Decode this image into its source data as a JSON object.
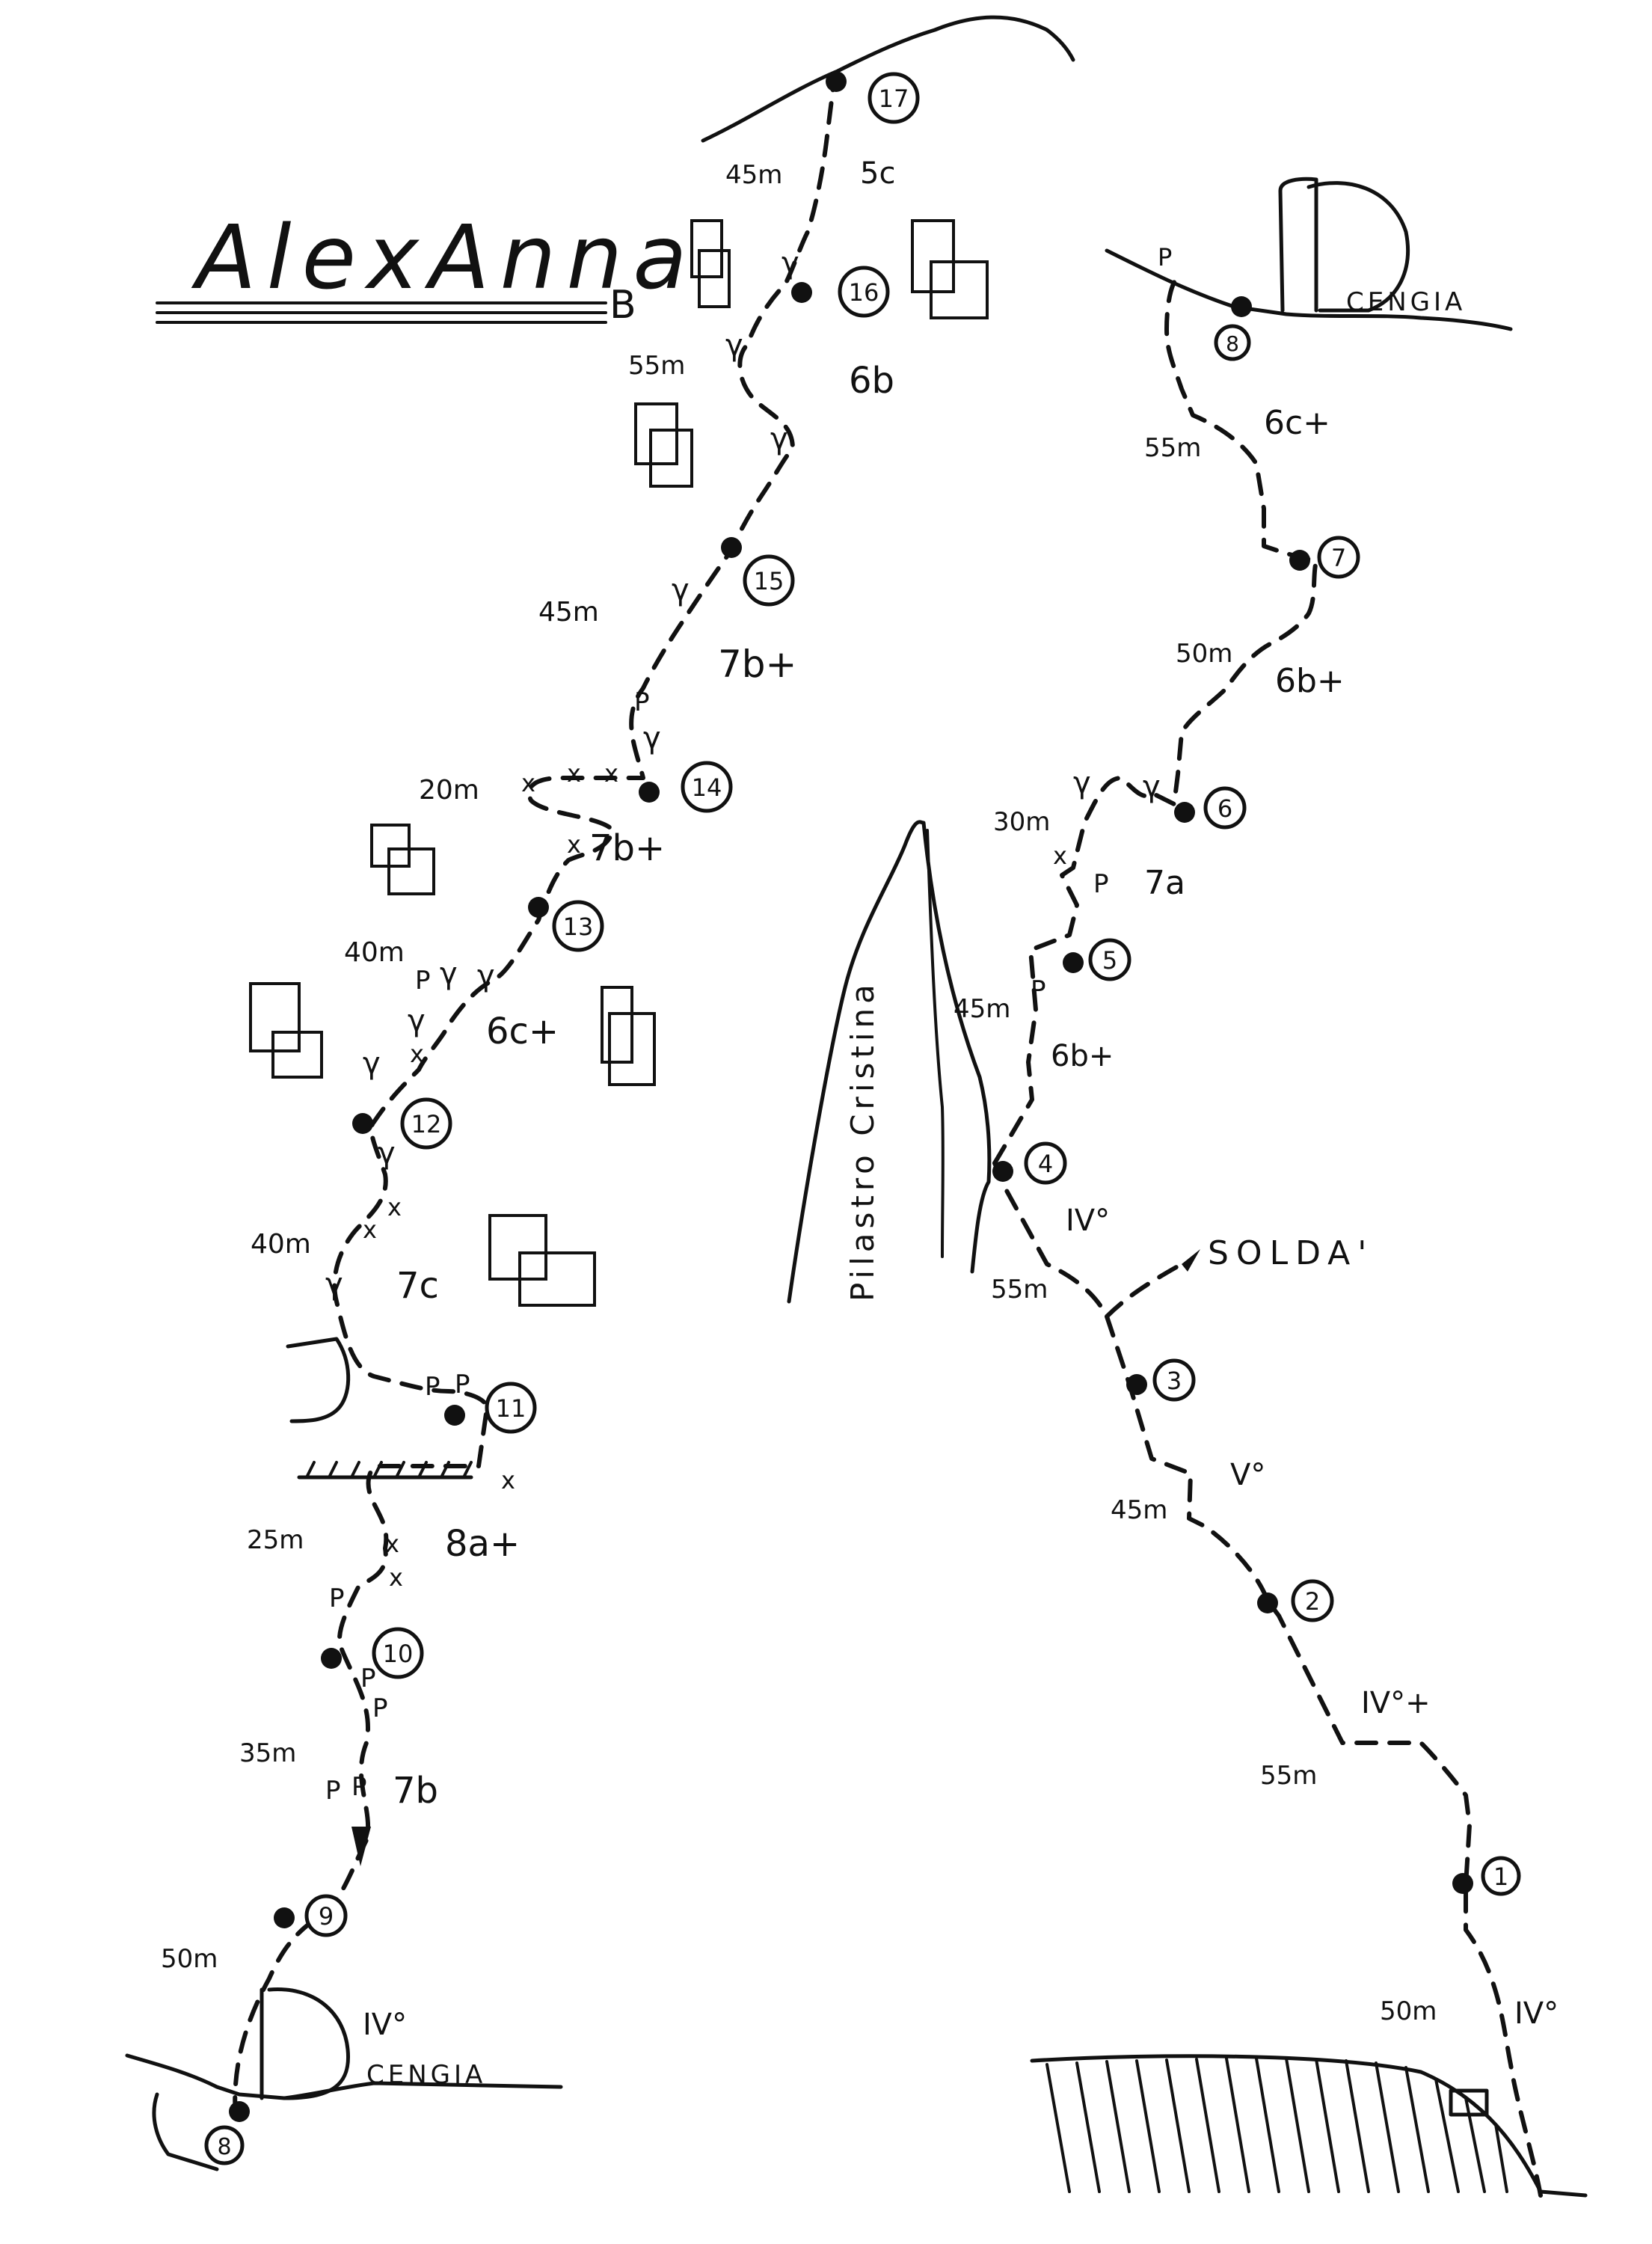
{
  "title": "AlexAnna",
  "title_mark": "B",
  "colors": {
    "ink": "#111111",
    "paper": "#ffffff"
  },
  "ledge_label": "CENGIA",
  "pillar_label": "Pilastro Cristina",
  "exit_label": "SOLDA'",
  "route_marks": {
    "piton": "P",
    "fixed": "γ",
    "bolt": "x"
  },
  "belays": {
    "b1": "1",
    "b2": "2",
    "b3": "3",
    "b4": "4",
    "b5": "5",
    "b6": "6",
    "b7": "7",
    "b8_top": "8",
    "b8_bottom": "8",
    "b9": "9",
    "b10": "10",
    "b11": "11",
    "b12": "12",
    "b13": "13",
    "b14": "14",
    "b15": "15",
    "b16": "16",
    "b17": "17"
  },
  "pitches": {
    "p1": {
      "length": "50m",
      "grade": "IV°"
    },
    "p2": {
      "length": "55m",
      "grade": "IV°+"
    },
    "p3": {
      "length": "45m",
      "grade": "V°"
    },
    "p4": {
      "length": "55m",
      "grade": "IV°"
    },
    "p5": {
      "length": "45m",
      "grade": "6b+"
    },
    "p6": {
      "length": "30m",
      "grade": "7a"
    },
    "p7": {
      "length": "50m",
      "grade": "6b+"
    },
    "p8": {
      "length": "55m",
      "grade": "6c+"
    },
    "p9": {
      "length": "50m",
      "grade": "IV°"
    },
    "p10": {
      "length": "35m",
      "grade": "7b"
    },
    "p11": {
      "length": "25m",
      "grade": "8a+"
    },
    "p12": {
      "length": "40m",
      "grade": "7c"
    },
    "p13": {
      "length": "40m",
      "grade": "6c+"
    },
    "p14": {
      "length": "20m",
      "grade": "7b+"
    },
    "p15": {
      "length": "45m",
      "grade": "7b+"
    },
    "p16": {
      "length": "55m",
      "grade": "6b"
    },
    "p17": {
      "length": "45m",
      "grade": "5c"
    }
  }
}
